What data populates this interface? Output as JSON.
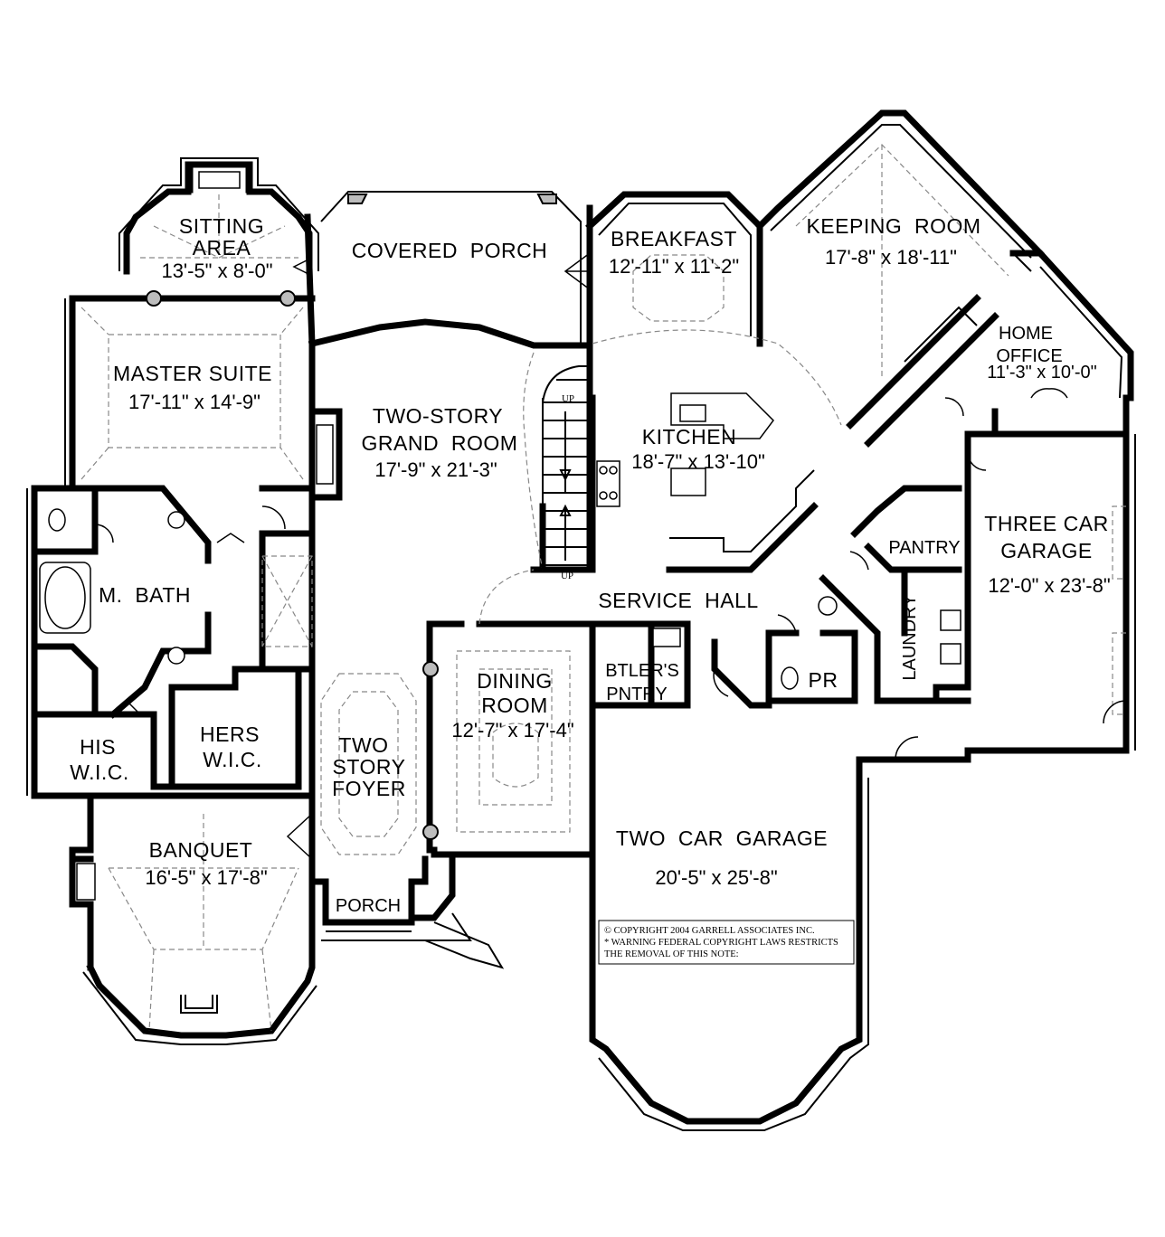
{
  "rooms": {
    "sitting_area": {
      "name_line1": "SITTING",
      "name_line2": "AREA",
      "size": "13'-5\" x 8'-0\""
    },
    "covered_porch": {
      "name": "COVERED  PORCH"
    },
    "breakfast": {
      "name": "BREAKFAST",
      "size": "12'-11\" x 11'-2\""
    },
    "keeping_room": {
      "name": "KEEPING  ROOM",
      "size": "17'-8\" x 18'-11\""
    },
    "master_suite": {
      "name": "MASTER SUITE",
      "size": "17'-11\" x 14'-9\""
    },
    "grand_room": {
      "name_line1": "TWO-STORY",
      "name_line2": "GRAND  ROOM",
      "size": "17'-9\" x 21'-3\""
    },
    "kitchen": {
      "name": "KITCHEN",
      "size": "18'-7\" x 13'-10\""
    },
    "home_office": {
      "name_line1": "HOME",
      "name_line2": "OFFICE",
      "size": "11'-3\" x 10'-0\""
    },
    "three_car_garage": {
      "name_line1": "THREE CAR",
      "name_line2": "GARAGE",
      "size": "12'-0\" x 23'-8\""
    },
    "pantry": {
      "name": "PANTRY"
    },
    "service_hall": {
      "name": "SERVICE  HALL"
    },
    "master_bath": {
      "name": "M.  BATH"
    },
    "laundry": {
      "name": "LAUNDRY"
    },
    "powder_room": {
      "name": "PR"
    },
    "butlers_pantry": {
      "name_line1": "BTLER'S",
      "name_line2": "PNTRY"
    },
    "dining_room": {
      "name_line1": "DINING",
      "name_line2": "ROOM",
      "size": "12'-7\" x 17'-4\""
    },
    "his_wic": {
      "name_line1": "HIS",
      "name_line2": "W.I.C."
    },
    "hers_wic": {
      "name_line1": "HERS",
      "name_line2": "W.I.C."
    },
    "foyer": {
      "name_line1": "TWO",
      "name_line2": "STORY",
      "name_line3": "FOYER"
    },
    "two_car_garage": {
      "name": "TWO  CAR  GARAGE",
      "size": "20'-5\" x 25'-8\""
    },
    "banquet": {
      "name": "BANQUET",
      "size": "16'-5\" x 17'-8\""
    },
    "porch": {
      "name": "PORCH"
    }
  },
  "stairs": {
    "up_top": "UP",
    "up_bottom": "UP"
  },
  "copyright": {
    "line1": "© COPYRIGHT 2004 GARRELL ASSOCIATES INC.",
    "line2": "* WARNING FEDERAL COPYRIGHT LAWS RESTRICTS",
    "line3": "THE REMOVAL OF THIS NOTE:"
  }
}
